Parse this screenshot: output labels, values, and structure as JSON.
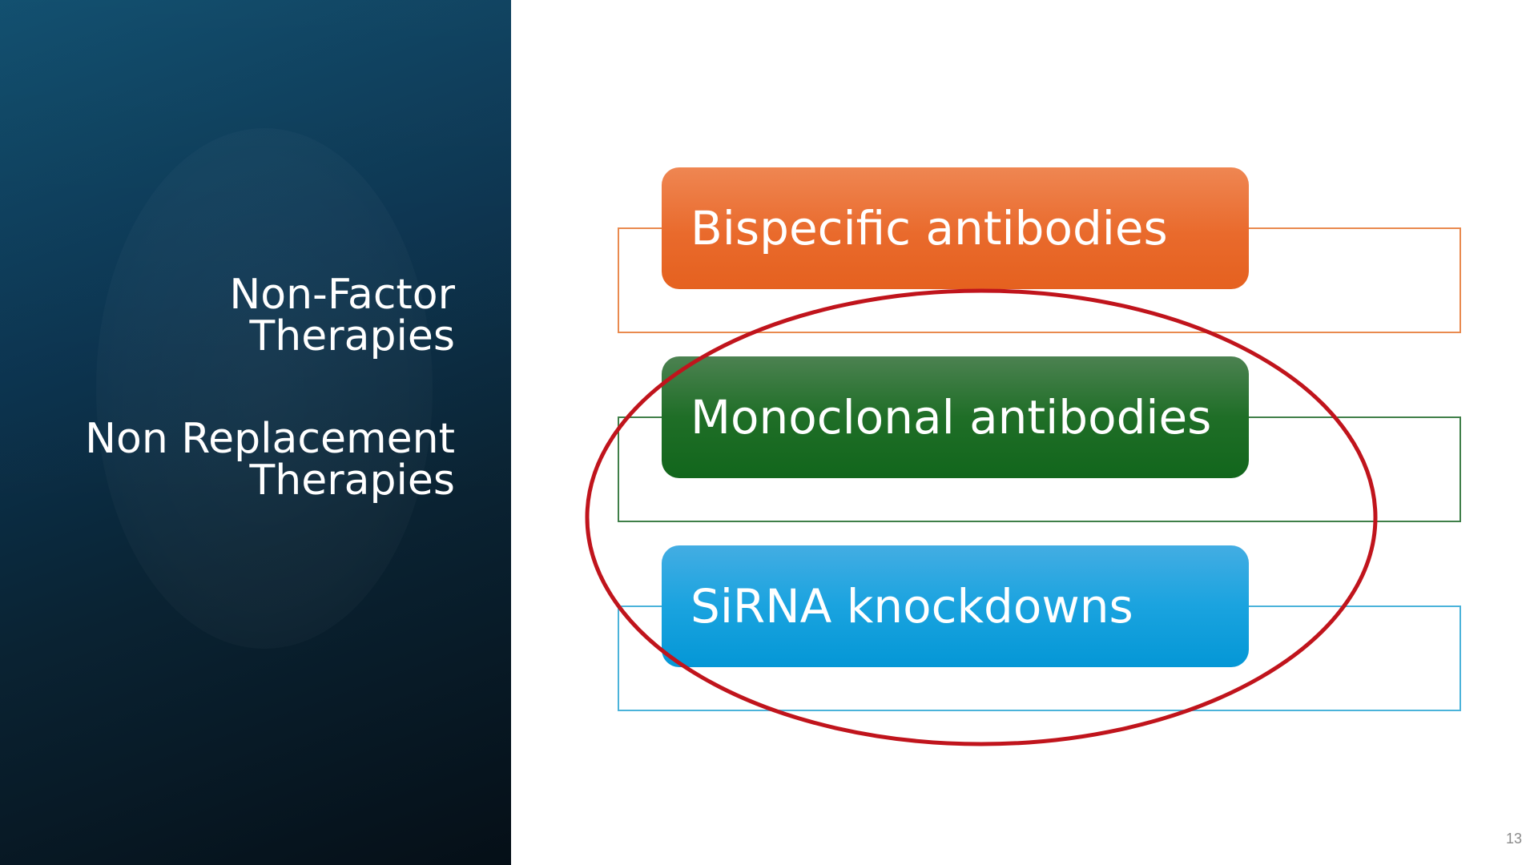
{
  "sidebar": {
    "title_primary": "Non-Factor\nTherapies",
    "title_secondary": "Non Replacement\nTherapies"
  },
  "diagram": {
    "items": [
      {
        "label": "Bispecific antibodies",
        "color": "#e96a2c",
        "outline_color": "#e98a4f"
      },
      {
        "label": "Monoclonal antibodies",
        "color": "#1f6e27",
        "outline_color": "#3f7f49"
      },
      {
        "label": "SiRNA knockdowns",
        "color": "#1aa3df",
        "outline_color": "#4bb3da"
      }
    ],
    "highlight_color": "#c0141c"
  },
  "footer": {
    "page_number": "13"
  }
}
